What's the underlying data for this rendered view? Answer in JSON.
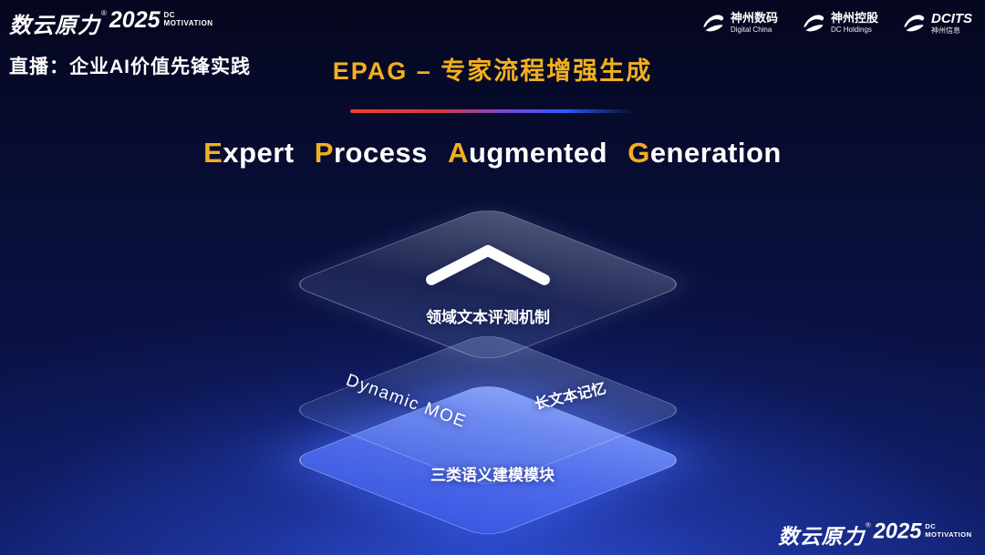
{
  "brand": {
    "name": "数云原力",
    "reg": "®",
    "year": "2025",
    "sub_top": "DC",
    "sub_bottom": "MOTIVATION"
  },
  "header": {
    "live_label": "直播：企业AI价值先锋实践",
    "title": "EPAG – 专家流程增强生成",
    "partners": [
      {
        "name": "神州数码",
        "sub": "Digital China"
      },
      {
        "name": "神州控股",
        "sub": "DC Holdings"
      },
      {
        "name": "DCITS",
        "sub": "神州信息"
      }
    ]
  },
  "main": {
    "english_title": {
      "words": [
        {
          "cap": "E",
          "rest": "xpert"
        },
        {
          "cap": "P",
          "rest": "rocess"
        },
        {
          "cap": "A",
          "rest": "ugmented"
        },
        {
          "cap": "G",
          "rest": "eneration"
        }
      ]
    },
    "diagram": {
      "top_layer_label": "领域文本评测机制",
      "middle_layer_label_left": "Dynamic MOE",
      "middle_layer_label_right": "长文本记忆",
      "bottom_layer_label": "三类语义建模模块"
    }
  },
  "colors": {
    "accent_gold": "#f2b01e",
    "layer_blue": "#5a78f5",
    "background_navy": "#0a1141",
    "background_glow": "#3456e6",
    "divider_red": "#f03e2d",
    "divider_blue": "#2b5cff"
  }
}
